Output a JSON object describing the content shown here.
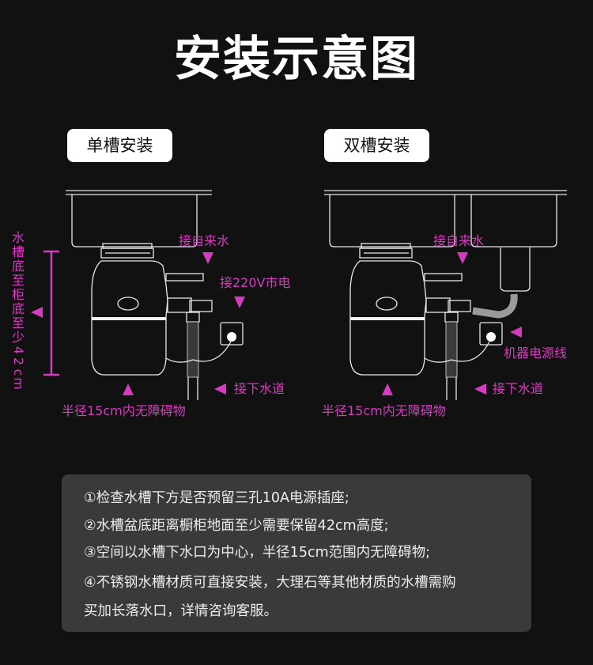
{
  "title": "安装示意图",
  "colors": {
    "background": "#111112",
    "accent": "#d63cbf",
    "notes_bg": "#3a393c"
  },
  "single": {
    "tag": "单槽安装",
    "water_in": "接自来水",
    "power": "接220V市电",
    "drain": "接下水道",
    "clearance": "半径15cm内无障碍物",
    "height_label": [
      "水",
      "槽",
      "底",
      "至",
      "柜",
      "底",
      "至",
      "少",
      "4",
      "2",
      "c",
      "m"
    ]
  },
  "double": {
    "tag": "双槽安装",
    "water_in": "接自来水",
    "power_cord": "机器电源线",
    "drain": "接下水道",
    "clearance": "半径15cm内无障碍物"
  },
  "notes": [
    "①检查水槽下方是否预留三孔10A电源插座;",
    "②水槽盆底距离橱柜地面至少需要保留42cm高度;",
    "③空间以水槽下水口为中心，半径15cm范围内无障碍物;",
    "④不锈钢水槽材质可直接安装，大理石等其他材质的水槽需购",
    "买加长落水口，详情咨询客服。"
  ]
}
